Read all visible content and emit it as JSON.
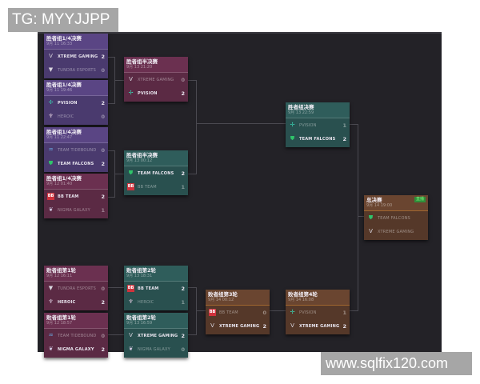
{
  "watermarks": {
    "top_left": "TG: MYYJJPP",
    "bottom_right": "www.sqlfix120.com"
  },
  "colors": {
    "panel_bg": "#232227",
    "purple": "#4a3a6e",
    "wine": "#5b2a44",
    "teal": "#29504f",
    "brown": "#553829",
    "live_badge": "#2f8f3a"
  },
  "matches": {
    "uqf1": {
      "title": "胜者组1/4决赛",
      "date": "9月 11 16:33",
      "teams": [
        {
          "name": "XTREME GAMING",
          "score": "2",
          "icon": "xtreme-gaming-logo"
        },
        {
          "name": "TUNDRA ESPORTS",
          "score": "0",
          "icon": "tundra-logo"
        }
      ]
    },
    "uqf2": {
      "title": "胜者组1/4决赛",
      "date": "9月 11 19:46",
      "teams": [
        {
          "name": "PVISION",
          "score": "2",
          "icon": "pvision-logo"
        },
        {
          "name": "HEROIC",
          "score": "0",
          "icon": "heroic-logo"
        }
      ]
    },
    "uqf3": {
      "title": "胜者组1/4决赛",
      "date": "9月 11 22:47",
      "teams": [
        {
          "name": "TEAM TIDEBOUND",
          "score": "0",
          "icon": "tidebound-logo"
        },
        {
          "name": "TEAM FALCONS",
          "score": "2",
          "icon": "falcons-logo"
        }
      ]
    },
    "uqf4": {
      "title": "胜者组1/4决赛",
      "date": "9月 12 01:40",
      "teams": [
        {
          "name": "BB TEAM",
          "score": "2",
          "icon": "bb-team-logo"
        },
        {
          "name": "NIGMA GALAXY",
          "score": "1",
          "icon": "nigma-logo"
        }
      ]
    },
    "usf1": {
      "title": "胜者组半决赛",
      "date": "9月 13 21:20",
      "teams": [
        {
          "name": "XTREME GAMING",
          "score": "0",
          "icon": "xtreme-gaming-logo"
        },
        {
          "name": "PVISION",
          "score": "2",
          "icon": "pvision-logo"
        }
      ]
    },
    "usf2": {
      "title": "胜者组半决赛",
      "date": "9月 13 00:12",
      "teams": [
        {
          "name": "TEAM FALCONS",
          "score": "2",
          "icon": "falcons-logo"
        },
        {
          "name": "BB TEAM",
          "score": "1",
          "icon": "bb-team-logo"
        }
      ]
    },
    "uf": {
      "title": "胜者组决赛",
      "date": "9月 13 22:59",
      "teams": [
        {
          "name": "PVISION",
          "score": "1",
          "icon": "pvision-logo"
        },
        {
          "name": "TEAM FALCONS",
          "score": "2",
          "icon": "falcons-logo"
        }
      ]
    },
    "gf": {
      "title": "总决赛",
      "date": "9月 14 19:00",
      "badge": "直播",
      "teams": [
        {
          "name": "TEAM FALCONS",
          "score": "",
          "icon": "falcons-logo"
        },
        {
          "name": "XTREME GAMING",
          "score": "",
          "icon": "xtreme-gaming-logo"
        }
      ]
    },
    "lr1a": {
      "title": "败者组第1轮",
      "date": "9月 12 16:11",
      "teams": [
        {
          "name": "TUNDRA ESPORTS",
          "score": "0",
          "icon": "tundra-logo"
        },
        {
          "name": "HEROIC",
          "score": "2",
          "icon": "heroic-logo"
        }
      ]
    },
    "lr1b": {
      "title": "败者组第1轮",
      "date": "9月 12 18:57",
      "teams": [
        {
          "name": "TEAM TIDEBOUND",
          "score": "0",
          "icon": "tidebound-logo"
        },
        {
          "name": "NIGMA GALAXY",
          "score": "2",
          "icon": "nigma-logo"
        }
      ]
    },
    "lr2a": {
      "title": "败者组第2轮",
      "date": "9月 13 18:31",
      "teams": [
        {
          "name": "BB TEAM",
          "score": "2",
          "icon": "bb-team-logo"
        },
        {
          "name": "HEROIC",
          "score": "1",
          "icon": "heroic-logo"
        }
      ]
    },
    "lr2b": {
      "title": "败者组第2轮",
      "date": "9月 13 16:59",
      "teams": [
        {
          "name": "XTREME GAMING",
          "score": "2",
          "icon": "xtreme-gaming-logo"
        },
        {
          "name": "NIGMA GALAXY",
          "score": "0",
          "icon": "nigma-logo"
        }
      ]
    },
    "lr3": {
      "title": "败者组第3轮",
      "date": "9月 14 00:12",
      "teams": [
        {
          "name": "BB TEAM",
          "score": "0",
          "icon": "bb-team-logo"
        },
        {
          "name": "XTREME GAMING",
          "score": "2",
          "icon": "xtreme-gaming-logo"
        }
      ]
    },
    "lr4": {
      "title": "败者组第4轮",
      "date": "9月 14 16:08",
      "teams": [
        {
          "name": "PVISION",
          "score": "1",
          "icon": "pvision-logo"
        },
        {
          "name": "XTREME GAMING",
          "score": "2",
          "icon": "xtreme-gaming-logo"
        }
      ]
    }
  }
}
